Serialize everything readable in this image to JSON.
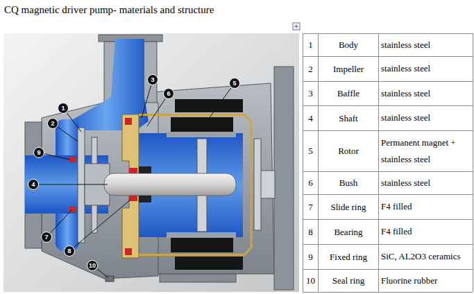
{
  "diagram": {
    "title": "CQ magnetic driver pump- materials and structure",
    "labels": [
      "3",
      "6",
      "5",
      "1",
      "2",
      "9",
      "4",
      "7",
      "8",
      "10",
      "1",
      "Body",
      "stainless steel",
      "2",
      "Impeller",
      "stainless steel",
      "3",
      "Baffle",
      "stainless steel",
      "4",
      "Shaft",
      "stainless steel",
      "5",
      "Rotor",
      "Permanent magnet + stainless steel",
      "6",
      "Bush",
      "stainless steel",
      "7",
      "Slide ring",
      "F4 filled",
      "8",
      "Bearing",
      "F4 filled",
      "9",
      "Fixed ring",
      "SiC, AL2O3 ceramics",
      "10",
      "Seal ring",
      "Fluorine rubber"
    ]
  }
}
